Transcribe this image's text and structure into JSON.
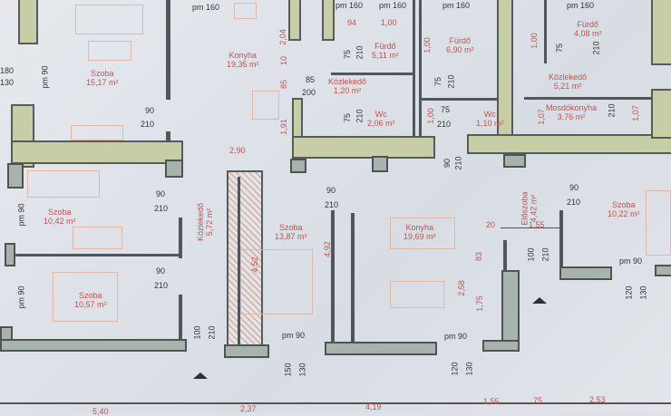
{
  "rooms": [
    {
      "name": "Szoba",
      "area": "15,17 m²"
    },
    {
      "name": "Konyha",
      "area": "19,35 m²"
    },
    {
      "name": "Közlekedő",
      "area": "1,20 m²"
    },
    {
      "name": "Fürdő",
      "area": "5,11 m²"
    },
    {
      "name": "Wc",
      "area": "2,06 m²"
    },
    {
      "name": "Fürdő",
      "area": "6,90 m²"
    },
    {
      "name": "Wc",
      "area": "1,10 m²"
    },
    {
      "name": "Fürdő",
      "area": "4,08 m²"
    },
    {
      "name": "Közlekedő",
      "area": "5,21 m²"
    },
    {
      "name": "Mosdókonyha",
      "area": "3,76 m²"
    },
    {
      "name": "Szoba",
      "area": "10,42 m²"
    },
    {
      "name": "Szoba",
      "area": "10,57 m²"
    },
    {
      "name": "Közlekedő",
      "area": "5,72 m²"
    },
    {
      "name": "Szoba",
      "area": "13,87 m²"
    },
    {
      "name": "Konyha",
      "area": "19,69 m²"
    },
    {
      "name": "Előszoba",
      "area": "4,42 m²"
    },
    {
      "name": "Szoba",
      "area": "10,22 m²"
    }
  ],
  "dims": {
    "pm160a": "pm 160",
    "pm160b": "pm 160",
    "pm160c": "pm 160",
    "pm160d": "pm 160",
    "pm160e": "pm 160",
    "d94": "94",
    "d100a": "1,00",
    "w90a": "90",
    "h210a": "210",
    "w85": "85",
    "h200": "200",
    "pm90a": "pm 90",
    "d180": "180",
    "d130a": "130",
    "d204": "2,04",
    "d10": "10",
    "d85": "85",
    "d191": "1,91",
    "d290": "2,90",
    "k75a": "75",
    "k210a": "210",
    "k75b": "75",
    "k210b": "210",
    "b75": "75",
    "b210": "210",
    "b100": "1,00",
    "b100b": "1,00",
    "c75": "75",
    "c210": "210",
    "r75": "75",
    "r210": "210",
    "r100": "1,00",
    "r107a": "1,07",
    "r107b": "1,07",
    "r210b": "210",
    "w90b": "90",
    "h210b": "210",
    "w90c": "90",
    "h210c": "210",
    "pm90b": "pm 90",
    "pm90c": "pm 90",
    "d100b": "100",
    "d210d": "210",
    "d452": "4,52",
    "d492": "4,92",
    "w90d": "90",
    "h210d": "210",
    "pm90d": "pm 90",
    "d150": "150",
    "d130b": "130",
    "d90e": "90",
    "d210e": "210",
    "d258": "2,58",
    "d83": "83",
    "d175": "1,75",
    "pm90e": "pm 90",
    "d120a": "120",
    "d130c": "130",
    "d20": "20",
    "d155": "1,55",
    "d100c": "100",
    "d210f": "210",
    "w90f": "90",
    "h210f": "210",
    "pm90f": "pm 90",
    "d120b": "120",
    "d130d": "130",
    "bot540": "5,40",
    "bot237": "2,37",
    "bot419": "4,19",
    "bot155": "1,55",
    "bot75": "75",
    "bot253": "2,53"
  },
  "colors": {
    "wall": "#c7cda4",
    "room_label": "#c4524e",
    "background": "#dde2e8"
  }
}
